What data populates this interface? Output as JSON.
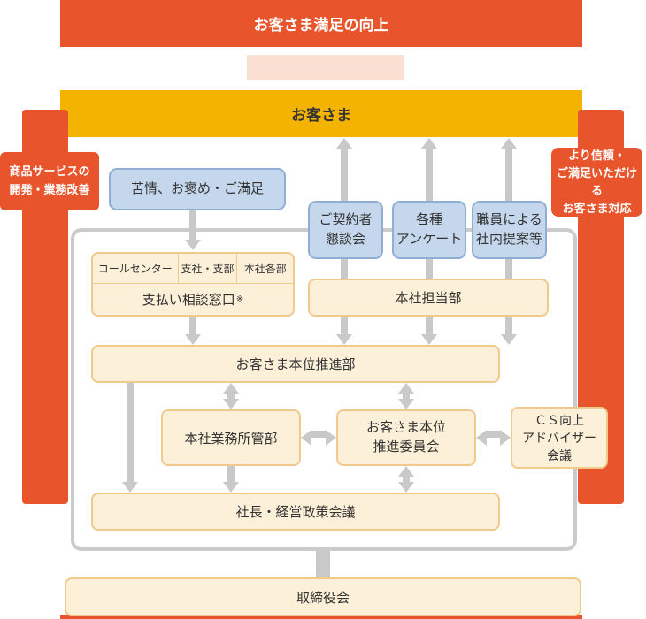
{
  "title_banner": "お客さま満足の向上",
  "customer_banner": "お客さま",
  "side_labels": {
    "left": "商品サービスの\n開発・業務改善",
    "right": "より信頼・\nご満足いただける\nお客さま対応"
  },
  "feedback": {
    "complaints": "苦情、お褒め・ご満足",
    "channels": [
      {
        "label": "ご契約者\n懇談会"
      },
      {
        "label": "各種\nアンケート"
      },
      {
        "label": "職員による\n社内提案等"
      }
    ]
  },
  "org": {
    "contact_points": [
      "コールセンター",
      "支社・支部",
      "本社各部"
    ],
    "payment_counter": "支払い相談窓口",
    "payment_counter_note": "※",
    "head_office_dept": "本社担当部",
    "promotion_dept": "お客さま本位推進部",
    "operations_dept": "本社業務所管部",
    "committee": "お客さま本位\n推進委員会",
    "cs_advisor": "ＣＳ向上\nアドバイザー\n会議",
    "management_meeting": "社長・経営政策会議",
    "board": "取締役会"
  },
  "colors": {
    "orange": "#E8542B",
    "yellow": "#F5B301",
    "pink": "#FAE0D3",
    "blue_fill": "#C5D7ED",
    "blue_border": "#8FAED4",
    "cream_fill": "#FCF0D8",
    "cream_border": "#F0C98C",
    "arrow_gray": "#C9C9C9",
    "container_border": "#CBCBCB",
    "text": "#333333"
  }
}
